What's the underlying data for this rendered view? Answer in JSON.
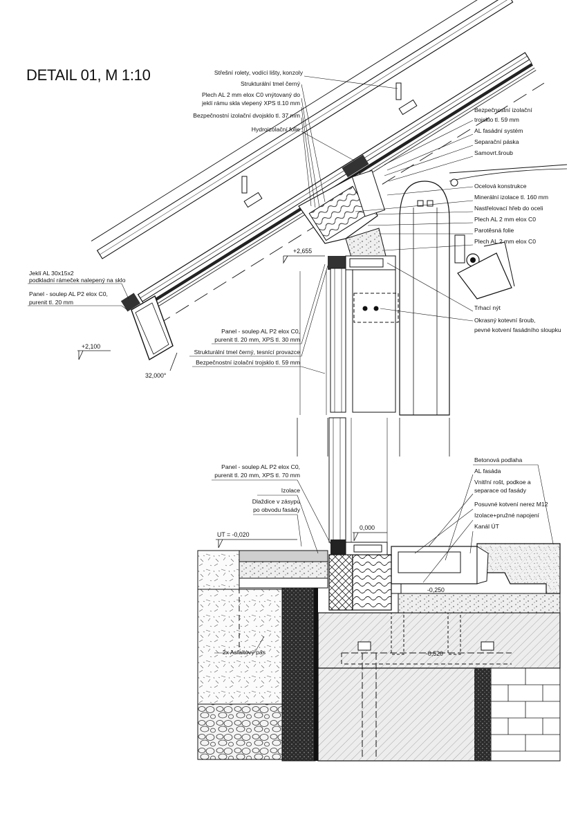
{
  "title": "DETAIL 01, M 1:10",
  "roof_labels": {
    "l1": "Střešní rolety, vodící lišty, konzoly",
    "l2": "Strukturální tmel černý",
    "l3a": "Plech AL 2 mm elox C0 vnýtovaný do",
    "l3b": "jeklí rámu skla vlepený XPS tl.10 mm",
    "l4": "Bezpečnostní izolační dvojsklo tl. 37 mm",
    "l5": "Hydroizolační folie"
  },
  "right_labels": {
    "r1a": "Bezpečnostní izolační",
    "r1b": "trojsklo tl. 59 mm",
    "r2": "AL fasádní systém",
    "r3": "Separační páska",
    "r4": "Samovrt.šroub",
    "r5": "Ocelová konstrukce",
    "r6": "Minerální izolace tl. 160 mm",
    "r7": "Nastřelovací hřeb do oceli",
    "r8": "Plech AL 2 mm elox C0",
    "r9": "Parotěsná folie",
    "r10": "Plech AL 2 mm elox C0",
    "r11": "Trhací nýt",
    "r12a": "Okrasný kotevní šroub,",
    "r12b": "pevné kotvení fasádního sloupku"
  },
  "left_labels": {
    "j1a": "Jeklí AL 30x15x2",
    "j1b": "podkladní rámeček nalepený na sklo",
    "j2a": "Panel - soulep AL P2 elox C0,",
    "j2b": "purenit tl. 20 mm"
  },
  "mid_labels": {
    "m1a": "Panel - soulep AL P2 elox C0,",
    "m1b": "purenit tl. 20 mm, XPS tl. 30 mm",
    "m2": "Strukturální tmel černý, tesnící provazce",
    "m3": "Bezpečnostní izolační trojsklo tl. 59 mm"
  },
  "lower_left_labels": {
    "p1a": "Panel - soulep AL P2 elox C0,",
    "p1b": "purenit tl. 20 mm, XPS tl. 70 mm",
    "p2": "Izolace",
    "p3a": "Dlaždice v zásypu",
    "p3b": "po obvodu fasády",
    "p4": "2x Asfaltový pás"
  },
  "lower_right_labels": {
    "f1": "Betonová podlaha",
    "f2": "AL fasáda",
    "f3a": "Vnitřní rošt, podkoe a",
    "f3b": "separace od fasády",
    "f4": "Posuvné kotvení nerez M12",
    "f5": "Izolace+pružné napojení",
    "f6": "Kanál ÚT"
  },
  "levels": {
    "top": "+2,655",
    "mid": "+2,100",
    "angle": "32,000°",
    "ut": "UT = -0,020",
    "zero": "0,000",
    "m250": "-0,250",
    "m520": "-0,520"
  }
}
